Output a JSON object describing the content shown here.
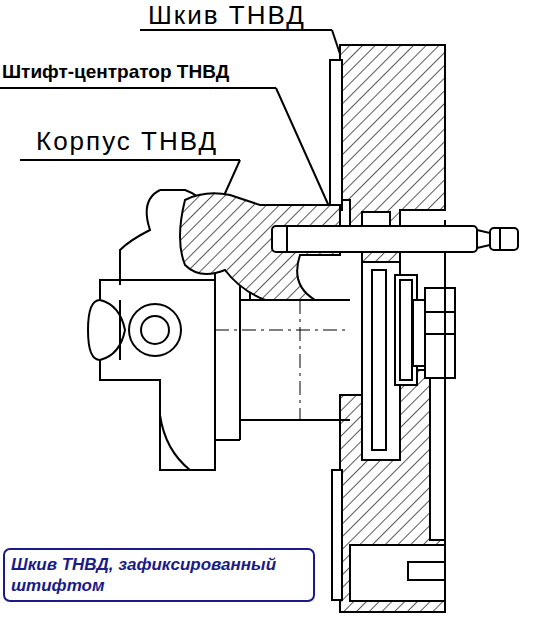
{
  "diagram": {
    "caption": "Шкив ТНВД, зафиксированный штифтом",
    "labels": [
      "Шкив ТНВД",
      "Штифт-центратор ТНВД",
      "Корпус ТНВД"
    ]
  }
}
